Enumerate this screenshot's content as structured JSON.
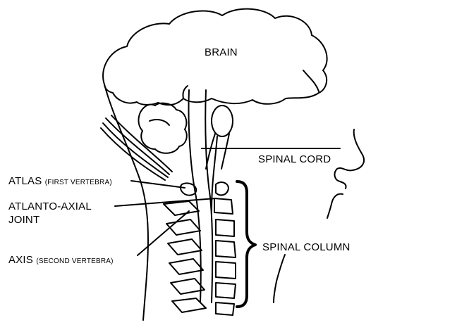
{
  "labels": {
    "brain": "BRAIN",
    "spinal_cord": "SPINAL CORD",
    "atlas_main": "ATLAS",
    "atlas_note": "(FIRST VERTEBRA)",
    "atlanto_line1": "ATLANTO-AXIAL",
    "atlanto_line2": "JOINT",
    "axis_main": "AXIS",
    "axis_note": "(SECOND VERTEBRA)",
    "spinal_column": "SPINAL COLUMN"
  },
  "colors": {
    "line": "#000000",
    "background": "#ffffff"
  }
}
